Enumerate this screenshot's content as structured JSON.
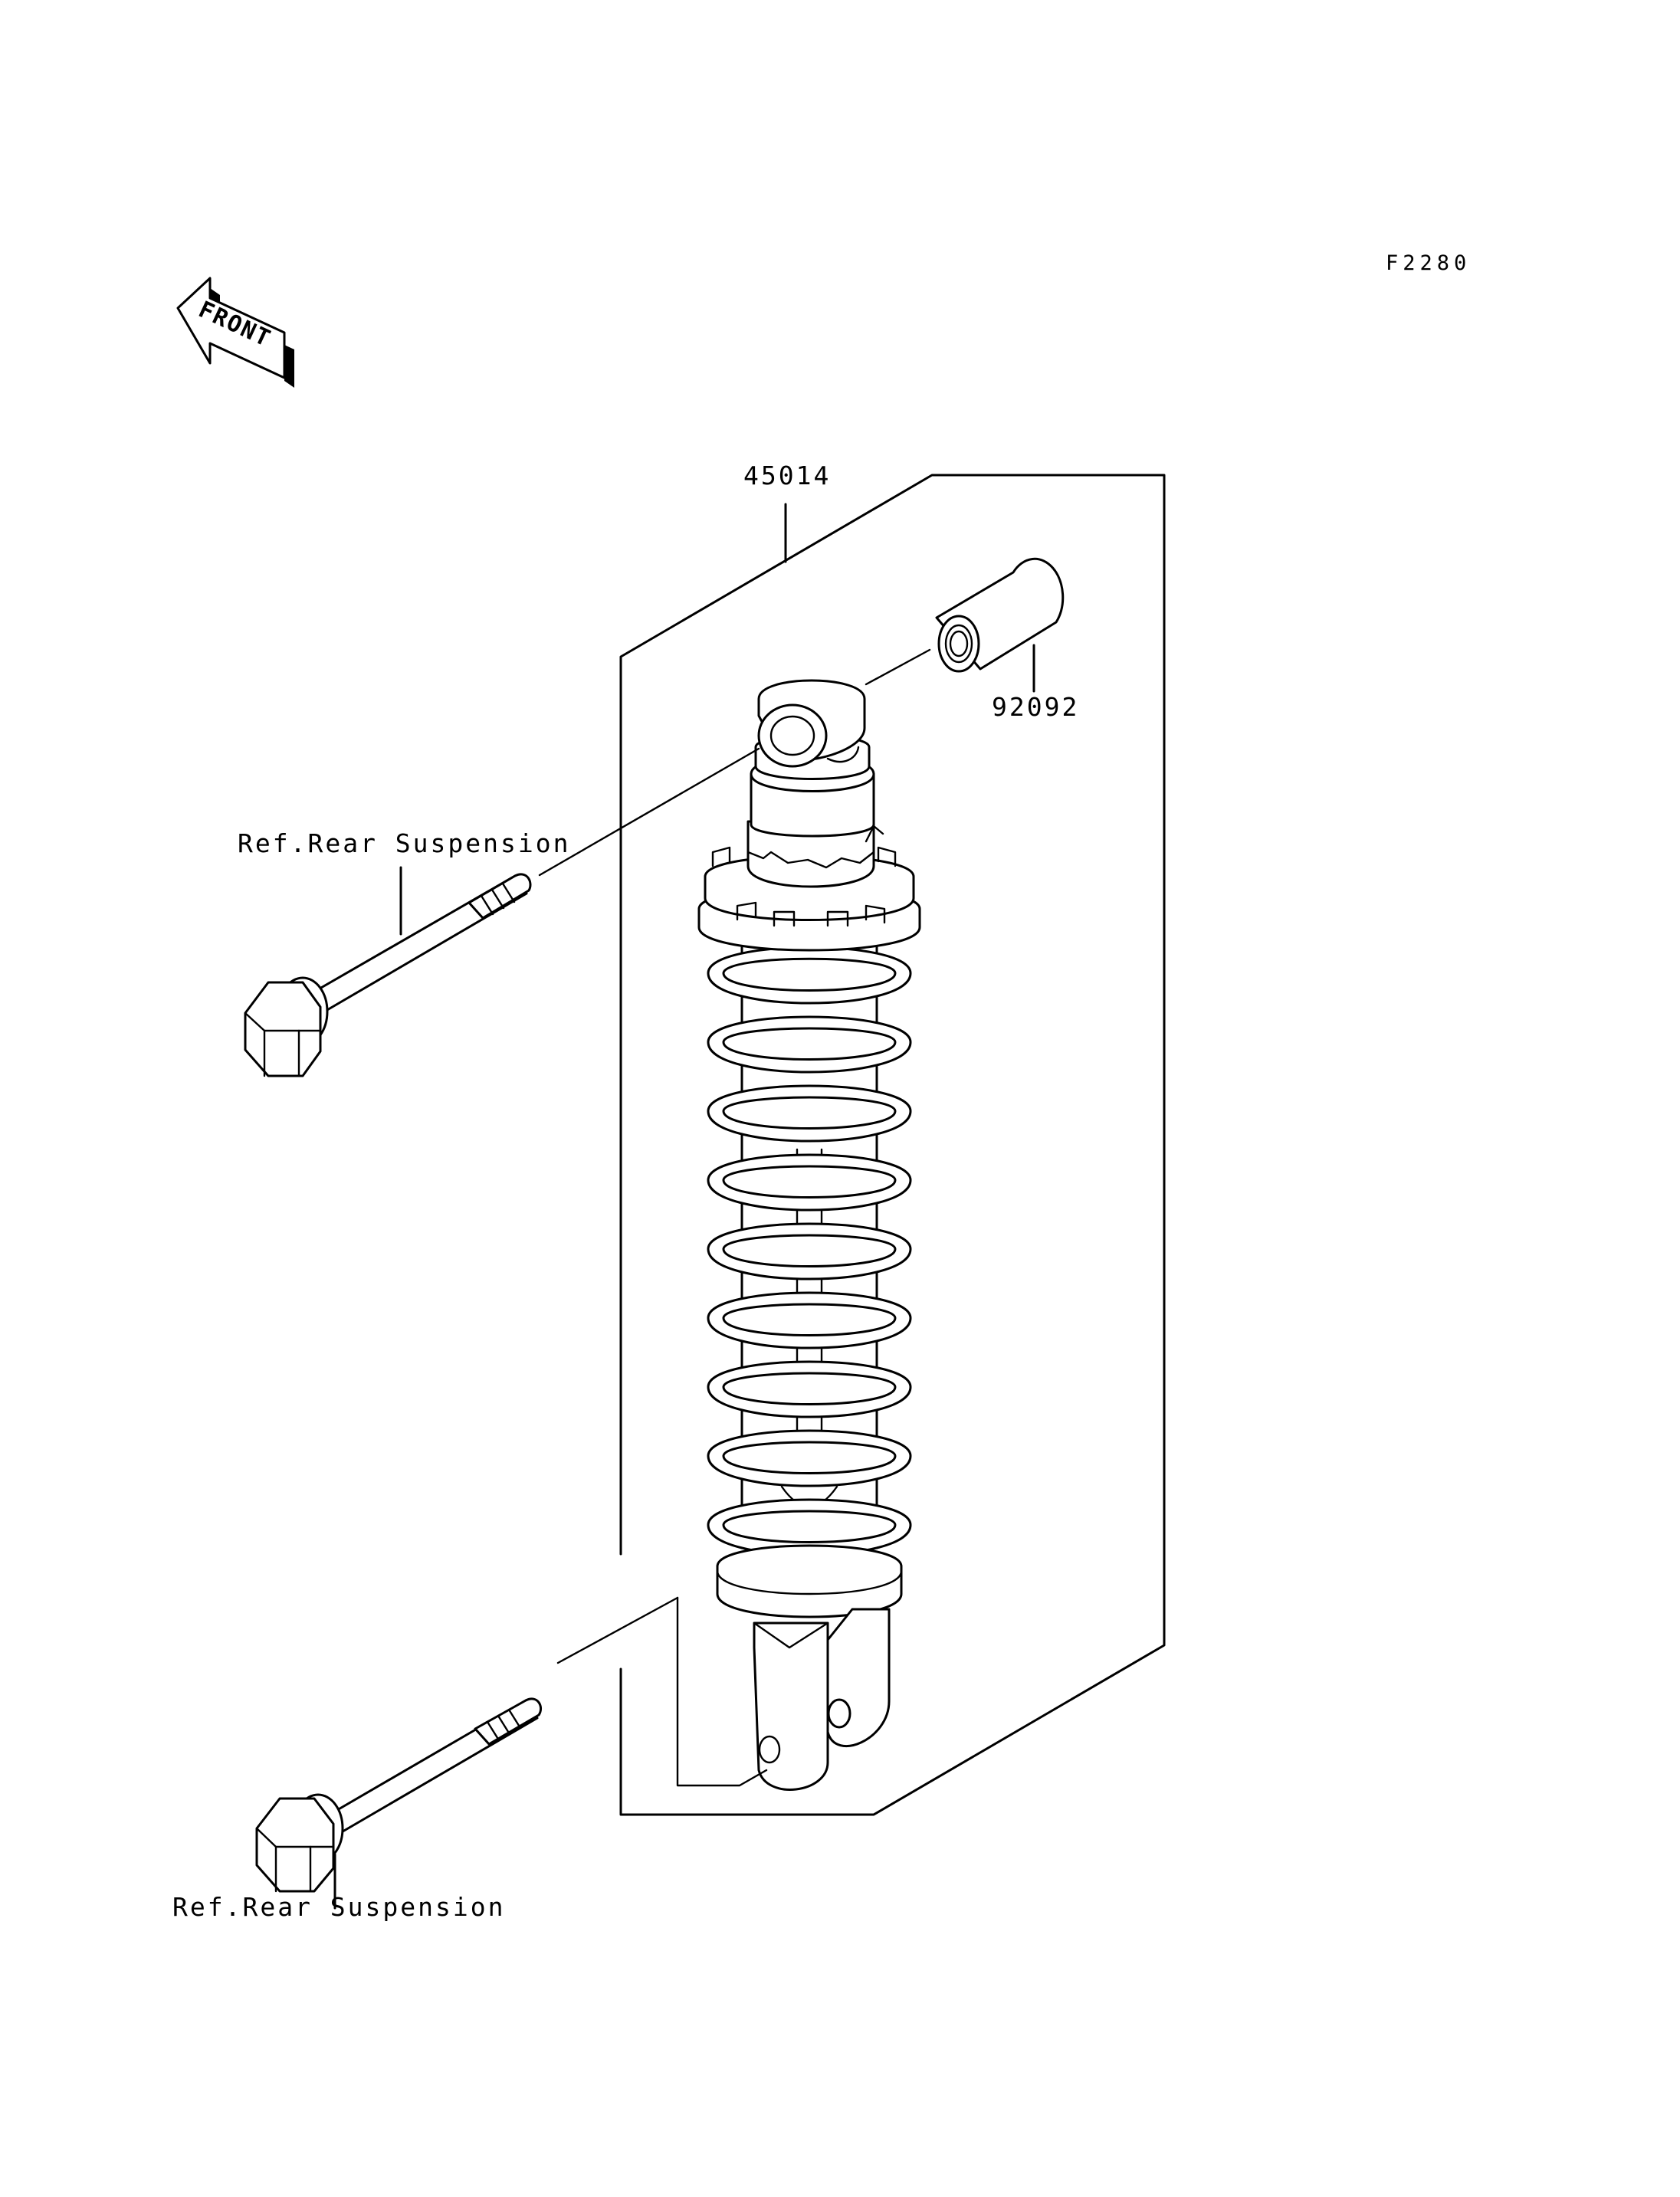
{
  "figure_code": "F2280",
  "front_badge": {
    "text": "FRONT",
    "icon": "front-arrow-icon"
  },
  "callouts": {
    "shock_absorber": "45014",
    "bushing": "92092",
    "upper_bolt_ref": "Ref.Rear Suspension",
    "lower_bolt_ref": "Ref.Rear Suspension"
  }
}
